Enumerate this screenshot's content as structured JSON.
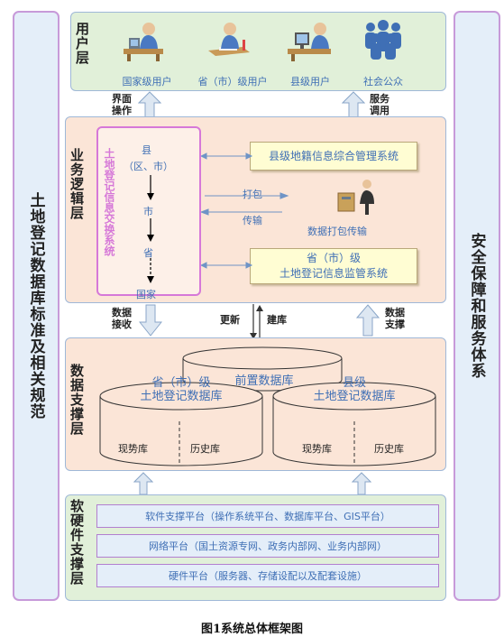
{
  "left_sidebar": {
    "label": "土地登记数据库标准及相关规范"
  },
  "right_sidebar": {
    "label": "安全保障和服务体系"
  },
  "user_layer": {
    "title": "用户层",
    "users": [
      {
        "label": "国家级用户",
        "icon": "office-worker-icon"
      },
      {
        "label": "省（市）级用户",
        "icon": "office-worker-icon"
      },
      {
        "label": "县级用户",
        "icon": "office-worker-icon"
      },
      {
        "label": "社会公众",
        "icon": "people-group-icon"
      }
    ]
  },
  "arrows_user_business": {
    "left": "界面\n操作",
    "right": "服务\n调用"
  },
  "business_layer": {
    "title": "业务逻辑层",
    "exchange_system": "土地登记信息交换系统",
    "flow": {
      "county": "县",
      "district": "（区、市）",
      "city": "市",
      "province": "省",
      "nation": "国家"
    },
    "county_system": "县级地籍信息综合管理系统",
    "pack_label": "打包",
    "transfer_label": "传输",
    "pack_transfer": "数据打包传输",
    "province_system_line1": "省（市）级",
    "province_system_line2": "土地登记信息监管系统"
  },
  "arrows_business_data": {
    "receive": "数据\n接收",
    "update": "更新",
    "build": "建库",
    "support": "数据\n支撑"
  },
  "data_layer": {
    "title": "数据支撑层",
    "front_db": "前置数据库",
    "province_db_line1": "省（市）级",
    "province_db_line2": "土地登记数据库",
    "county_db_line1": "县级",
    "county_db_line2": "土地登记数据库",
    "current_db": "现势库",
    "history_db": "历史库"
  },
  "hw_layer": {
    "title": "软硬件支撑层",
    "platforms": [
      "软件支撑平台（操作系统平台、数据库平台、GIS平台）",
      "网络平台（国土资源专网、政务内部网、业务内部网）",
      "硬件平台（服务器、存储设配以及配套设施）"
    ]
  },
  "caption": "图1系统总体框架图"
}
